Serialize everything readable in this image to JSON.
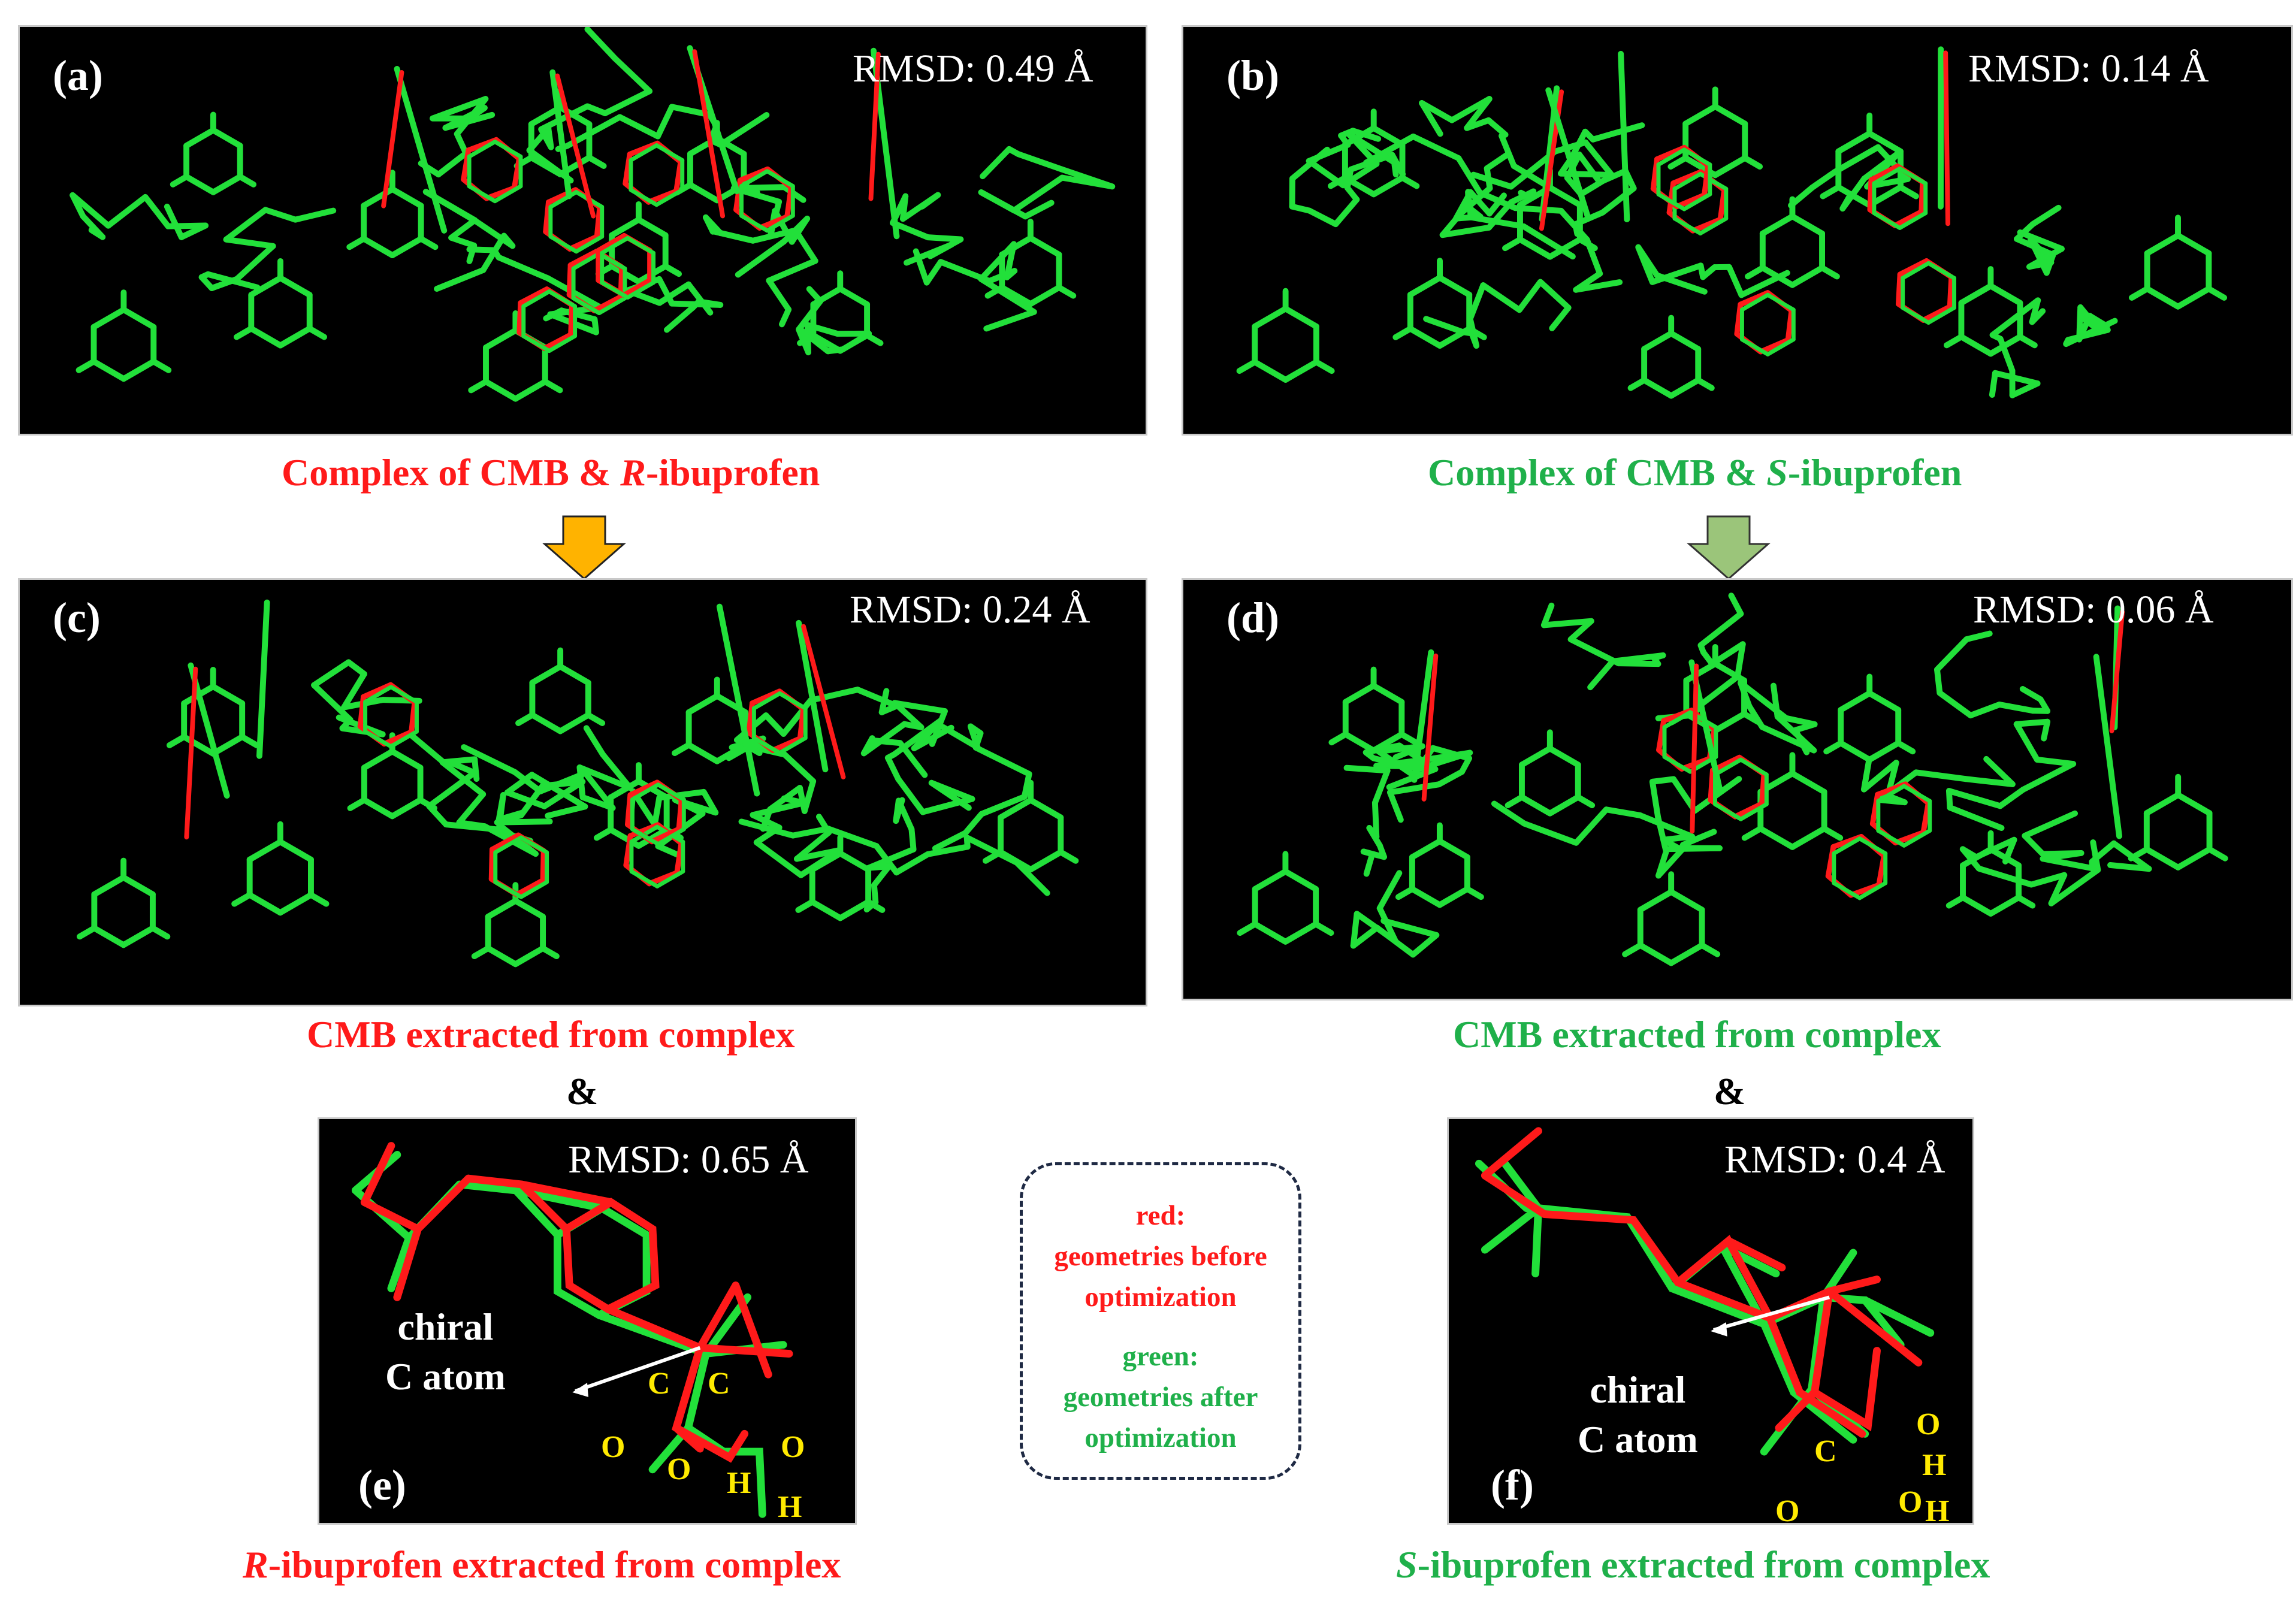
{
  "panels": {
    "a": {
      "label": "(a)",
      "rmsd": "RMSD: 0.49 Å"
    },
    "b": {
      "label": "(b)",
      "rmsd": "RMSD: 0.14 Å"
    },
    "c": {
      "label": "(c)",
      "rmsd": "RMSD: 0.24 Å"
    },
    "d": {
      "label": "(d)",
      "rmsd": "RMSD: 0.06 Å"
    },
    "e": {
      "label": "(e)",
      "rmsd": "RMSD: 0.65 Å",
      "chiral_line1": "chiral",
      "chiral_line2": "C atom",
      "atoms": [
        "C",
        "C",
        "O",
        "O",
        "O",
        "H",
        "H"
      ]
    },
    "f": {
      "label": "(f)",
      "rmsd": "RMSD: 0.4 Å",
      "chiral_line1": "chiral",
      "chiral_line2": "C atom",
      "atoms": [
        "O",
        "H",
        "C",
        "O",
        "H",
        "O"
      ]
    }
  },
  "captions": {
    "complex_r_prefix": "Complex of CMB & ",
    "complex_r_italic": "R",
    "complex_r_suffix": "-ibuprofen",
    "complex_s_prefix": "Complex of CMB & ",
    "complex_s_italic": "S",
    "complex_s_suffix": "-ibuprofen",
    "cmb_extracted_left": "CMB extracted from complex",
    "cmb_extracted_right": "CMB extracted from complex",
    "amp": "&",
    "r_ibu_italic": "R",
    "r_ibu_suffix": "-ibuprofen extracted from complex",
    "s_ibu_italic": "S",
    "s_ibu_suffix": "-ibuprofen extracted from complex"
  },
  "legend": {
    "red_line1": "red:",
    "red_line2": "geometries before",
    "red_line3": "optimization",
    "green_line1": "green:",
    "green_line2": "geometries after",
    "green_line3": "optimization"
  },
  "colors": {
    "before": "#ff1a1a",
    "after": "#22e03a",
    "arrow_left": "#ffb300",
    "arrow_right": "#9bc57a",
    "atom_label": "#ffea00"
  }
}
